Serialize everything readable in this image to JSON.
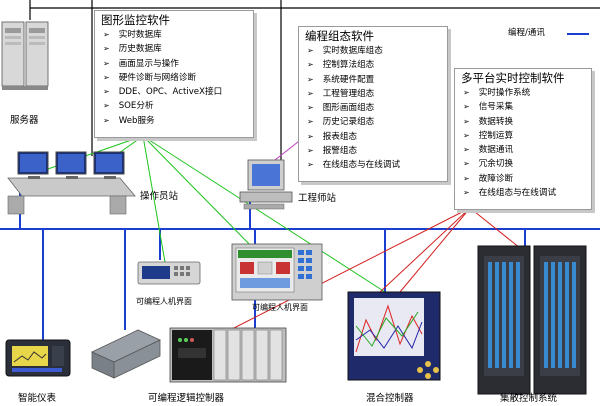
{
  "legend": {
    "label": "编程/通讯",
    "color": "#1a3fd0"
  },
  "boxes": {
    "monitor": {
      "title": "图形监控软件",
      "items": [
        "实时数据库",
        "历史数据库",
        "画面显示与操作",
        "硬件诊断与网络诊断",
        "DDE、OPC、ActiveX接口",
        "SOE分析",
        "Web服务"
      ]
    },
    "config": {
      "title": "编程组态软件",
      "items": [
        "实时数据库组态",
        "控制算法组态",
        "系统硬件配置",
        "工程管理组态",
        "图形画面组态",
        "历史记录组态",
        "报表组态",
        "报警组态",
        "在线组态与在线调试"
      ]
    },
    "control": {
      "title": "多平台实时控制软件",
      "items": [
        "实时操作系统",
        "信号采集",
        "数据转换",
        "控制运算",
        "数据通讯",
        "冗余切换",
        "故障诊断",
        "在线组态与在线调试"
      ]
    }
  },
  "labels": {
    "server": "服务器",
    "operator": "操作员站",
    "engineer": "工程师站",
    "hmi1": "可编程人机界面",
    "hmi2": "可编程人机界面",
    "meter": "智能仪表",
    "plc": "可编程逻辑控制器",
    "hybrid": "混合控制器",
    "dcs": "集散控制系统"
  },
  "colors": {
    "bus": "#1a3fd0",
    "green_link": "#1ec41e",
    "red_link": "#d42020",
    "purple_link": "#c03cc0"
  }
}
